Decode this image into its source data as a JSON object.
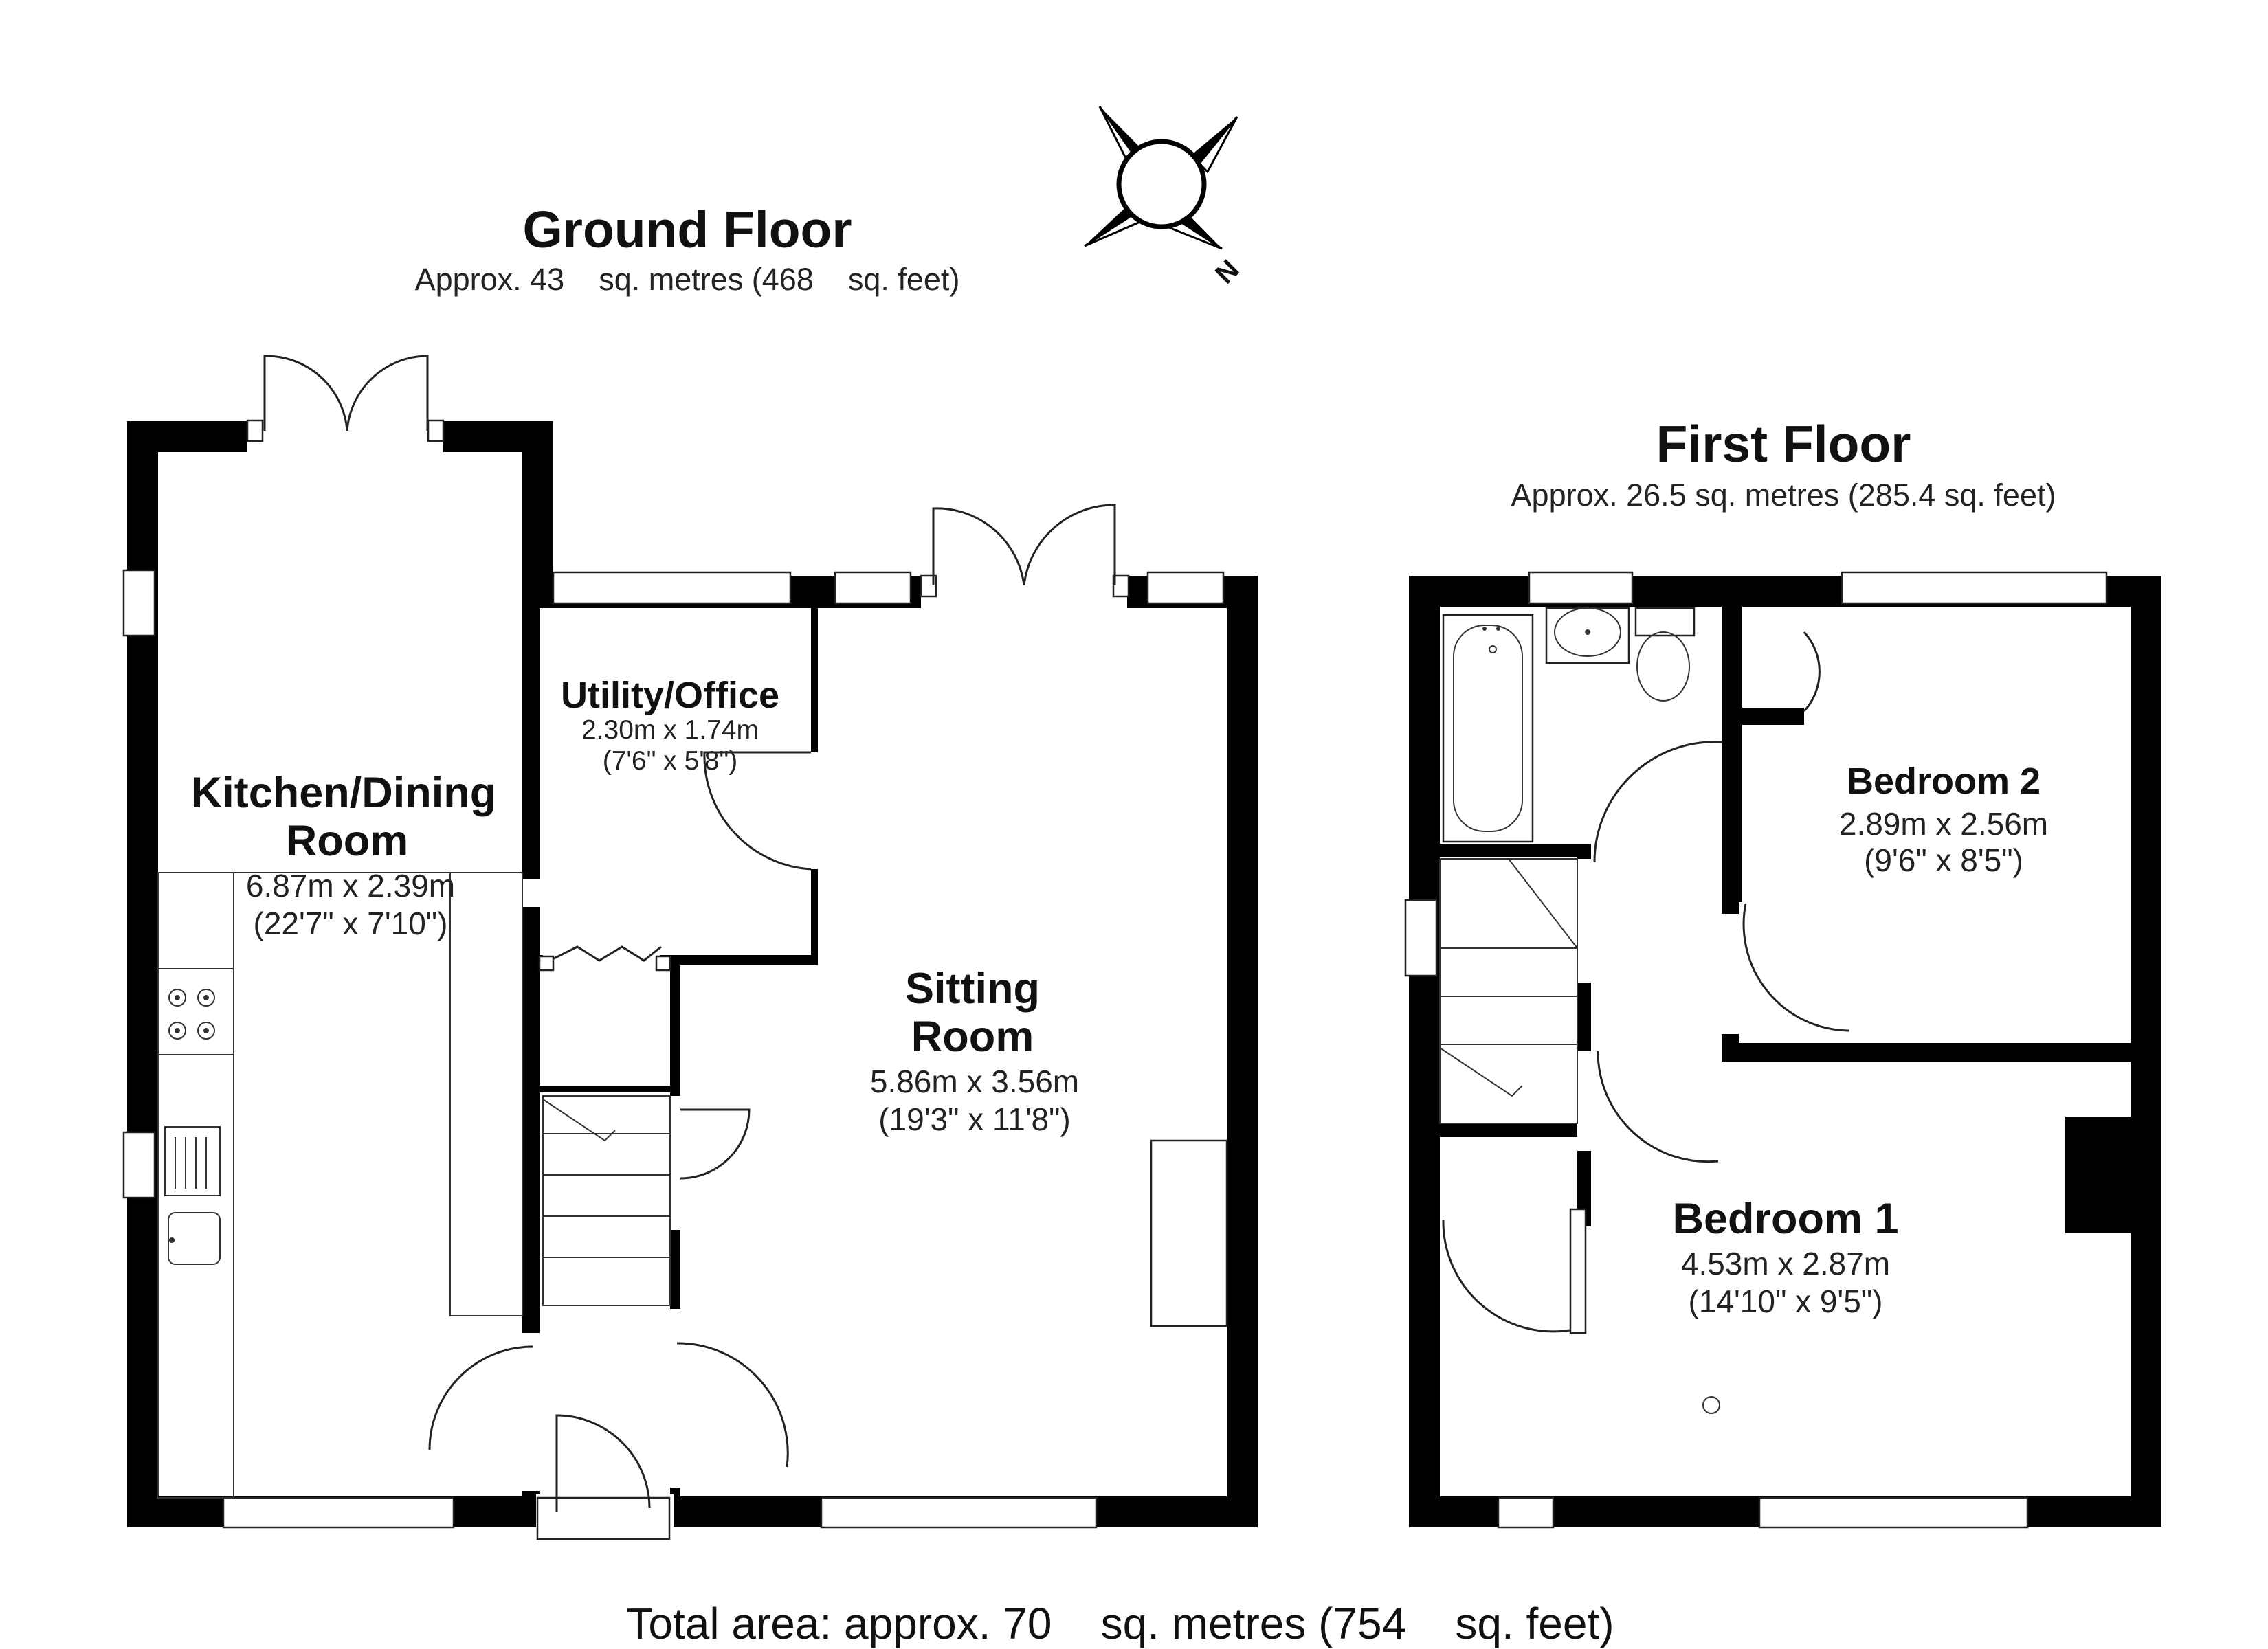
{
  "ground_floor": {
    "title": "Ground Floor",
    "area": "Approx. 43    sq. metres (468    sq. feet)"
  },
  "first_floor": {
    "title": "First Floor",
    "area": "Approx. 26.5 sq. metres (285.4 sq. feet)"
  },
  "compass": {
    "label": "N"
  },
  "rooms": {
    "kitchen": {
      "name_line1": "Kitchen/Dining",
      "name_line2": "Room",
      "metric": "6.87m x 2.39m",
      "imperial": "(22'7\" x 7'10\")"
    },
    "utility": {
      "name": "Utility/Office",
      "metric": "2.30m x 1.74m",
      "imperial": "(7'6\" x 5'8\")"
    },
    "sitting": {
      "name_line1": "Sitting",
      "name_line2": "Room",
      "metric": "5.86m x 3.56m",
      "imperial": "(19'3\" x 11'8\")"
    },
    "bedroom2": {
      "name": "Bedroom 2",
      "metric": "2.89m x 2.56m",
      "imperial": "(9'6\" x 8'5\")"
    },
    "bedroom1": {
      "name": "Bedroom 1",
      "metric": "4.53m x 2.87m",
      "imperial": "(14'10\" x 9'5\")"
    }
  },
  "total_area": "Total area: approx. 70    sq. metres (754    sq. feet)"
}
